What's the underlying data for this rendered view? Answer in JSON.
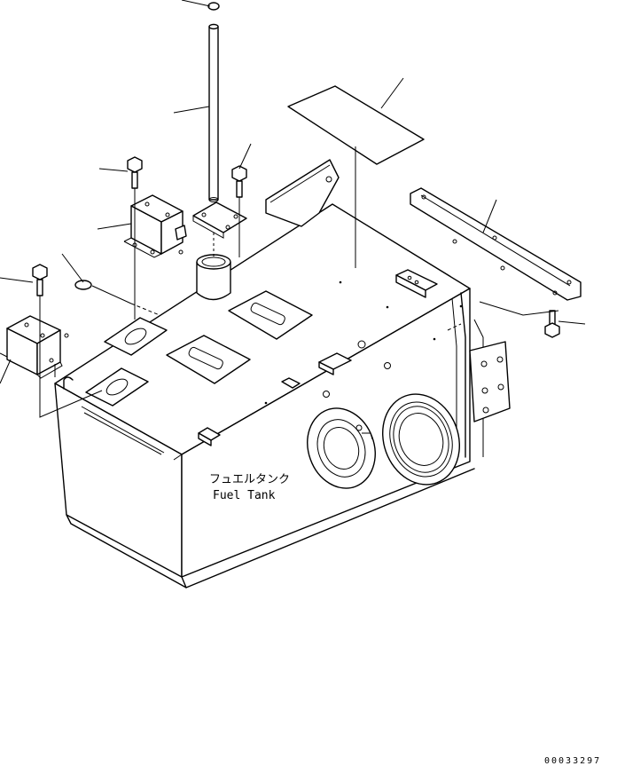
{
  "tank_label": {
    "japanese": "フュエルタンク",
    "english": "Fuel Tank"
  },
  "drawing_code": "00033297"
}
